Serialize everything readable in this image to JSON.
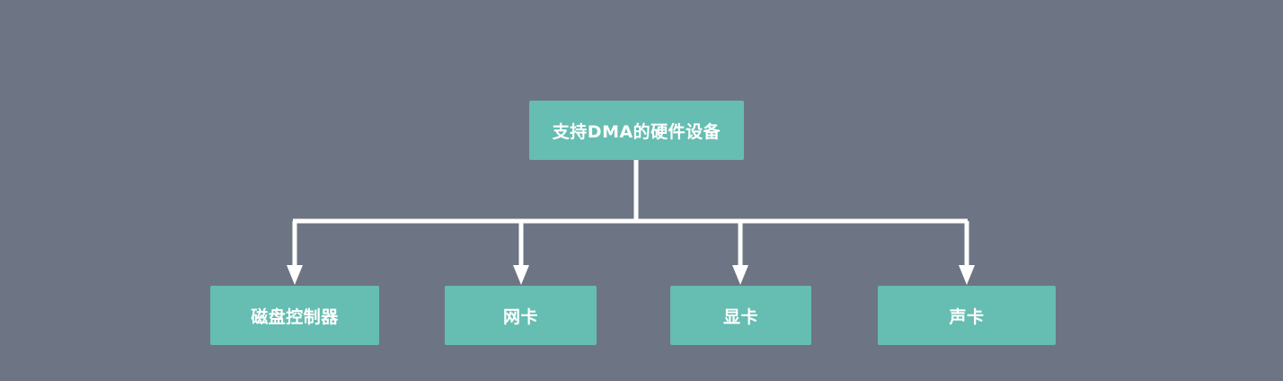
{
  "diagram": {
    "root": {
      "label": "支持DMA的硬件设备"
    },
    "children": [
      {
        "label": "磁盘控制器"
      },
      {
        "label": "网卡"
      },
      {
        "label": "显卡"
      },
      {
        "label": "声卡"
      }
    ]
  },
  "colors": {
    "background": "#6d7584",
    "node_fill": "#66bdb1",
    "node_text": "#ffffff",
    "connector": "#ffffff"
  }
}
